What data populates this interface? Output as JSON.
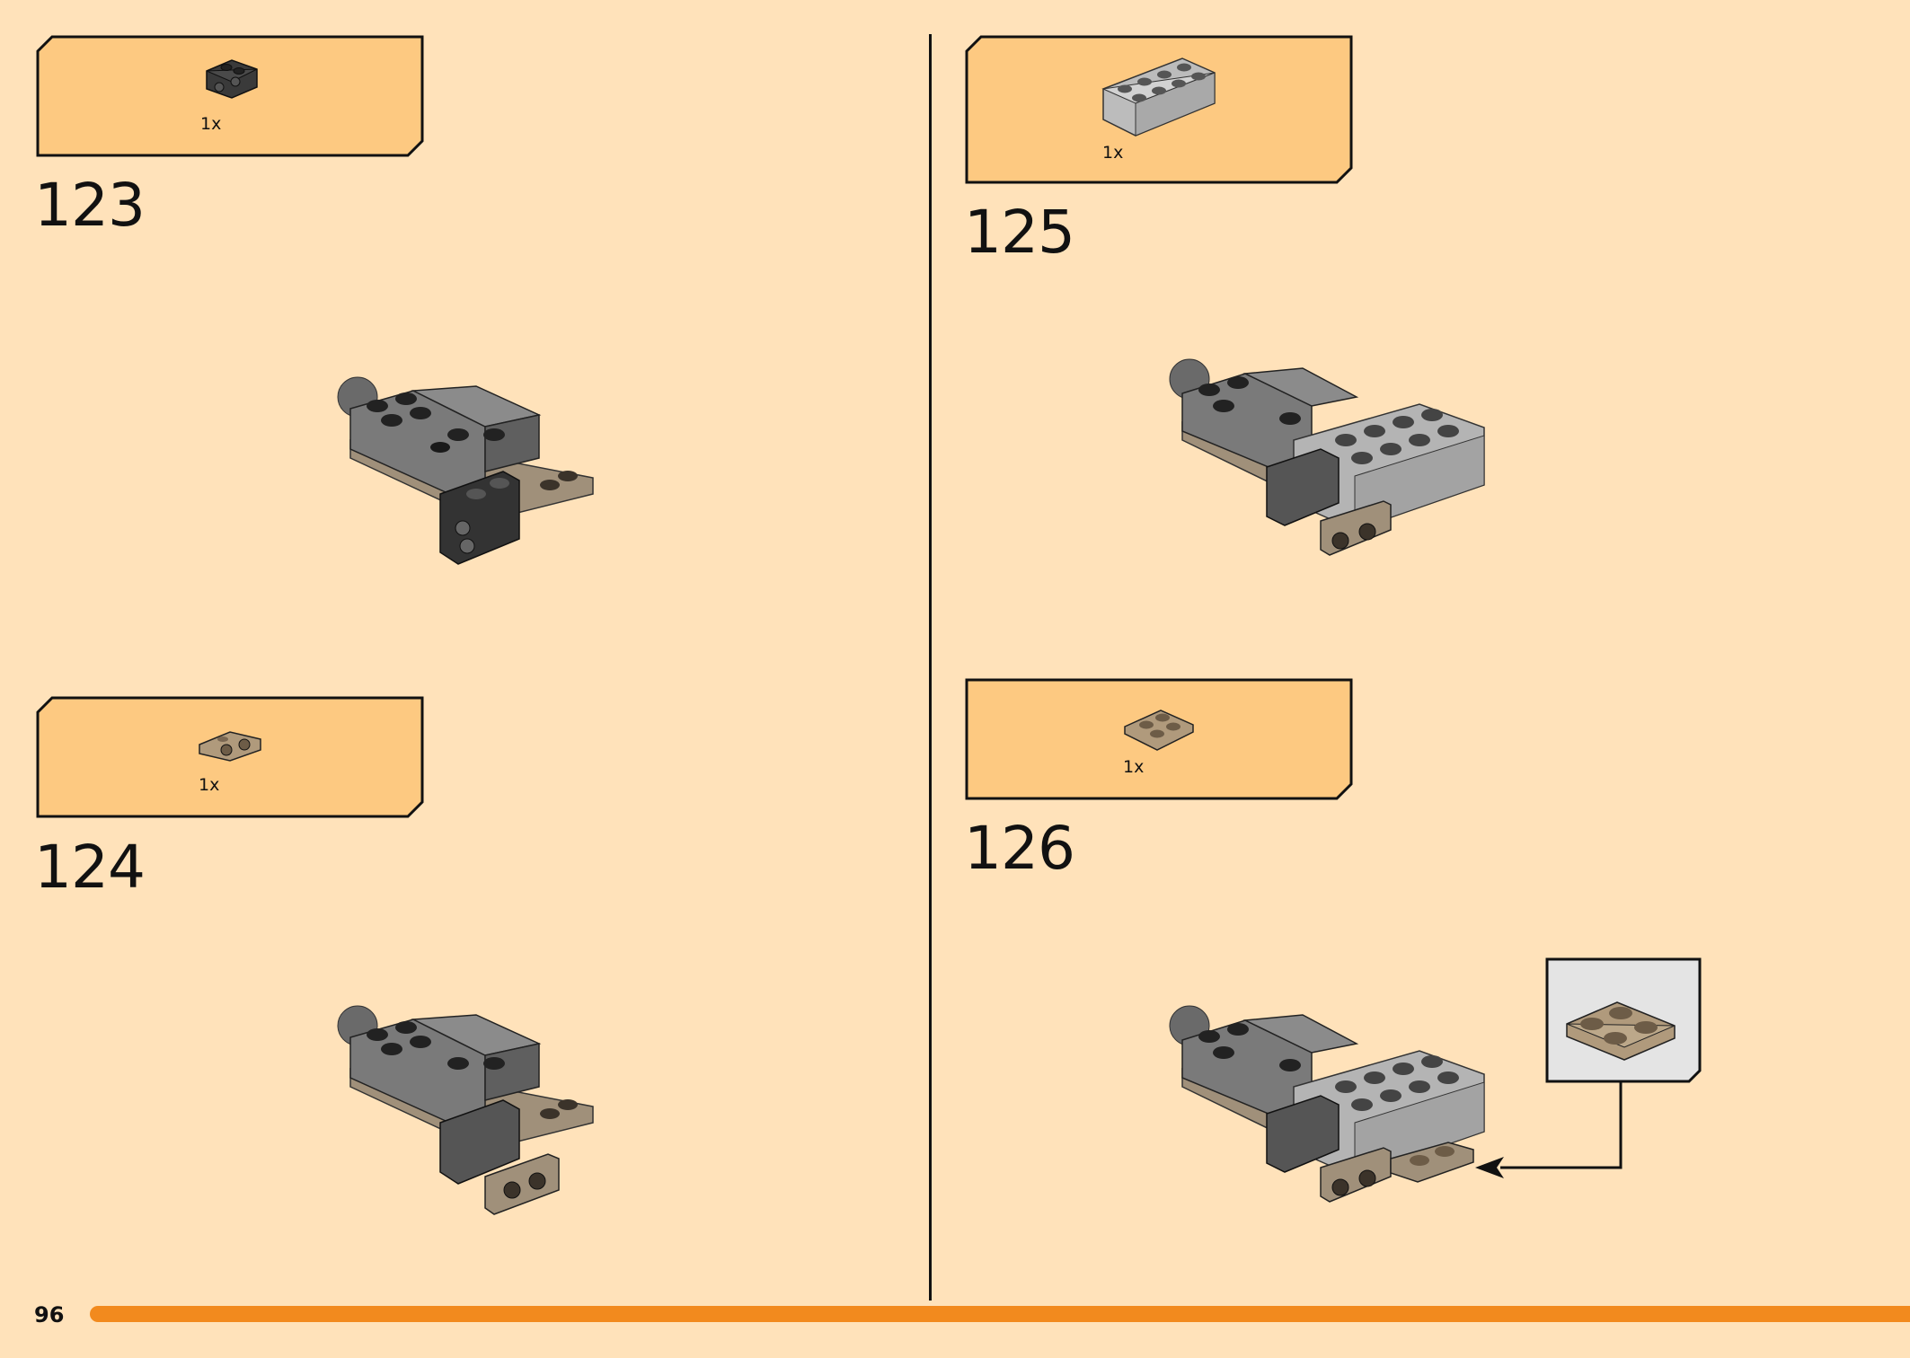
{
  "page_number": "96",
  "steps": [
    {
      "number": "123",
      "parts": [
        {
          "qty": "1x",
          "part": "dark-bracket-1x2"
        }
      ]
    },
    {
      "number": "124",
      "parts": [
        {
          "qty": "1x",
          "part": "tan-bracket-1x2"
        }
      ]
    },
    {
      "number": "125",
      "parts": [
        {
          "qty": "1x",
          "part": "light-gray-brick-2x4"
        }
      ]
    },
    {
      "number": "126",
      "parts": [
        {
          "qty": "1x",
          "part": "tan-plate-2x2"
        }
      ]
    }
  ],
  "colors": {
    "background": "#ffe2ba",
    "parts_box_fill": "#fdc981",
    "progress_bar": "#f28a1e",
    "callout_fill": "#e4e4e4"
  }
}
